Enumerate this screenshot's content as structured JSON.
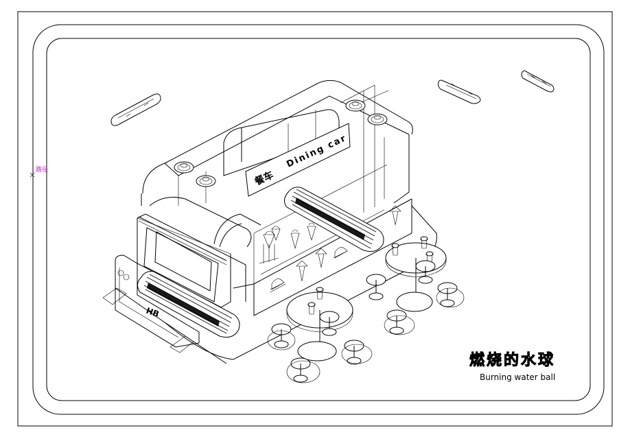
{
  "drawing": {
    "title_cn": "燃烧的水球",
    "title_en": "Burning water ball",
    "sign_cn": "餐车",
    "sign_en": "Dining car",
    "marker_label": "路径",
    "marker_color": "#e020e0",
    "line_color": "#000000"
  },
  "tables": {
    "count": 2,
    "stools_per_table": 4
  },
  "icons": [
    "ice-cream-icon",
    "burger-icon",
    "fries-icon",
    "roller-icon",
    "barrel-icon",
    "capsule-icon"
  ]
}
